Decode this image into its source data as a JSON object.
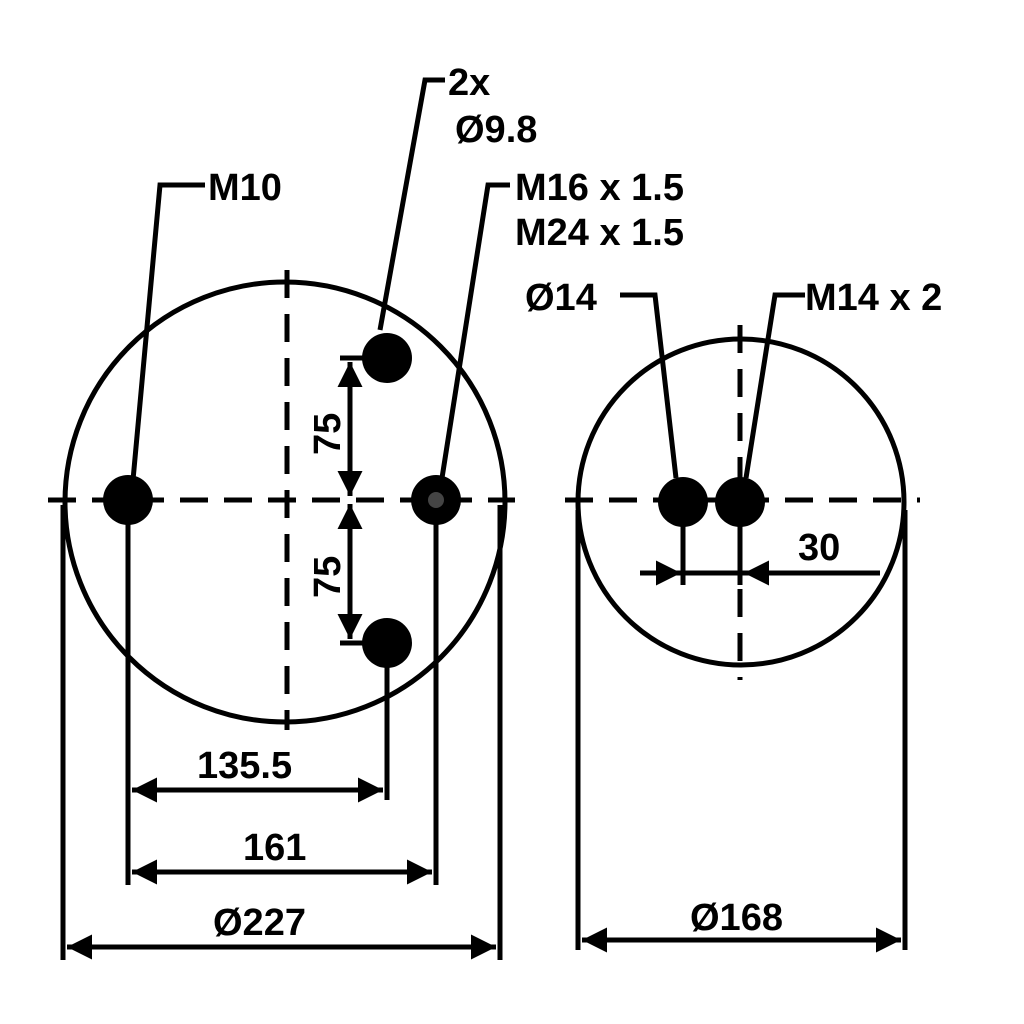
{
  "labels": {
    "m10": "M10",
    "holes_count": "2x",
    "holes_dia": "Ø9.8",
    "thread_a": "M16 x 1.5",
    "thread_b": "M24 x 1.5",
    "dia14": "Ø14",
    "m14": "M14 x 2",
    "dim75_top": "75",
    "dim75_bottom": "75",
    "dim30": "30",
    "dim135": "135.5",
    "dim161": "161",
    "dim227": "Ø227",
    "dim168": "Ø168"
  }
}
